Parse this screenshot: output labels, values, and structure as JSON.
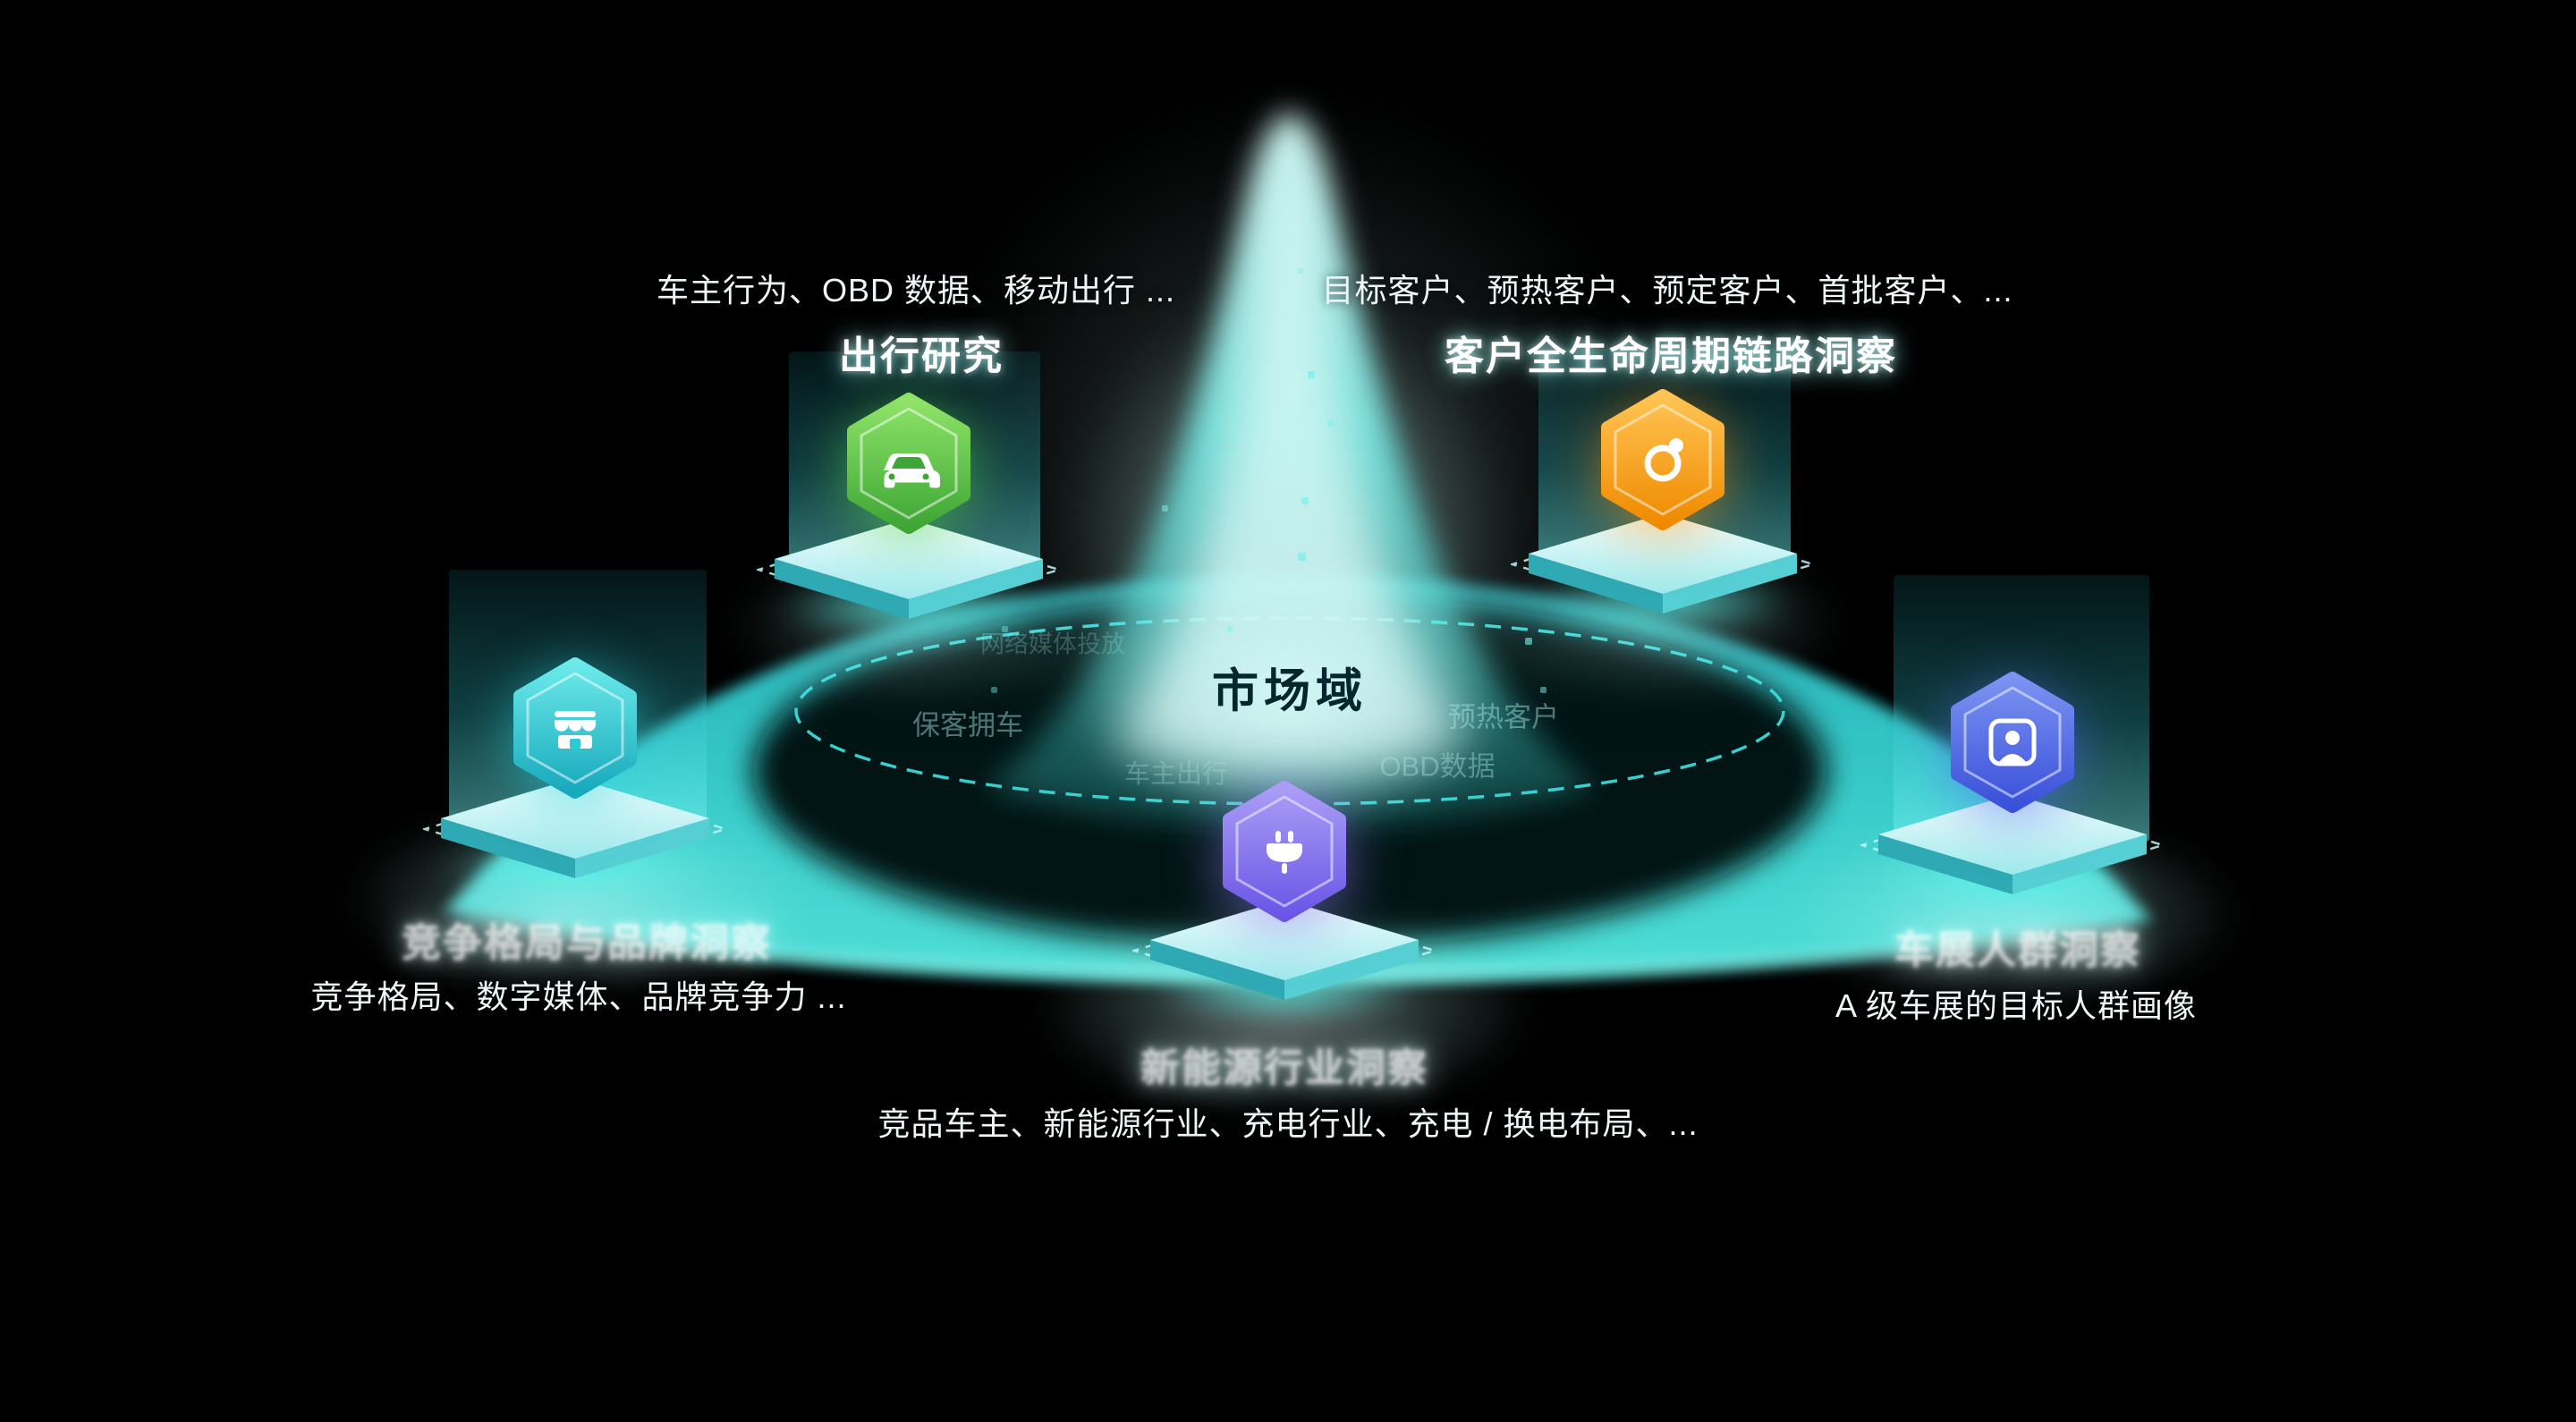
{
  "center": {
    "label": "市场域"
  },
  "nodes": [
    {
      "title": "出行研究",
      "subtitle": "车主行为、OBD 数据、移动出行 ...",
      "icon": "car-icon",
      "color": "#55c24a"
    },
    {
      "title": "客户全生命周期链路洞察",
      "subtitle": "目标客户、预热客户、预定客户、首批客户、...",
      "icon": "orbit-ring-icon",
      "color": "#f8980f"
    },
    {
      "title": "竞争格局与品牌洞察",
      "subtitle": "竞争格局、数字媒体、品牌竞争力 ...",
      "icon": "storefront-icon",
      "color": "#2cc9d6"
    },
    {
      "title": "新能源行业洞察",
      "subtitle": "竞品车主、新能源行业、充电行业、充电 / 换电布局、...",
      "icon": "charging-plug-icon",
      "color": "#8a79ee"
    },
    {
      "title": "车展人群洞察",
      "subtitle": "A 级车展的目标人群画像",
      "icon": "user-card-icon",
      "color": "#4a63e4"
    }
  ],
  "faint_labels": [
    "网络媒体投放",
    "保客拥车",
    "预热客户",
    "OBD数据",
    "车主出行"
  ],
  "colors": {
    "background": "#000000",
    "teal_disc": "#3bd4d2",
    "teal_bright": "#aef8f2",
    "green": "#55c24a",
    "orange": "#f8980f",
    "store_teal": "#2cc9d6",
    "purple": "#8a79ee",
    "blue": "#4a63e4",
    "center_text": "#06262e"
  }
}
